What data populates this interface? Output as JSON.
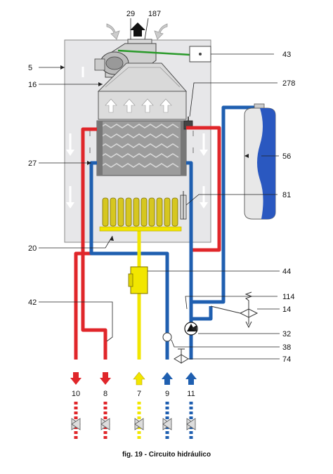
{
  "caption": "fig. 19 - Circuito hidráulico",
  "labels": {
    "l29": "29",
    "l187": "187",
    "l5": "5",
    "l43": "43",
    "l16": "16",
    "l278": "278",
    "l27": "27",
    "l56": "56",
    "l81": "81",
    "l20": "20",
    "l44": "44",
    "l42": "42",
    "l114": "114",
    "l14": "14",
    "l32": "32",
    "l38": "38",
    "l74": "74"
  },
  "connections": [
    "10",
    "8",
    "7",
    "9",
    "11"
  ],
  "colors": {
    "hot": "#e0262a",
    "cold": "#1f5fb0",
    "gas": "#f2e600",
    "cabinet": "#e7e7e9",
    "exchanger": "#9c9c9c",
    "vessel": "#2a58c0"
  }
}
